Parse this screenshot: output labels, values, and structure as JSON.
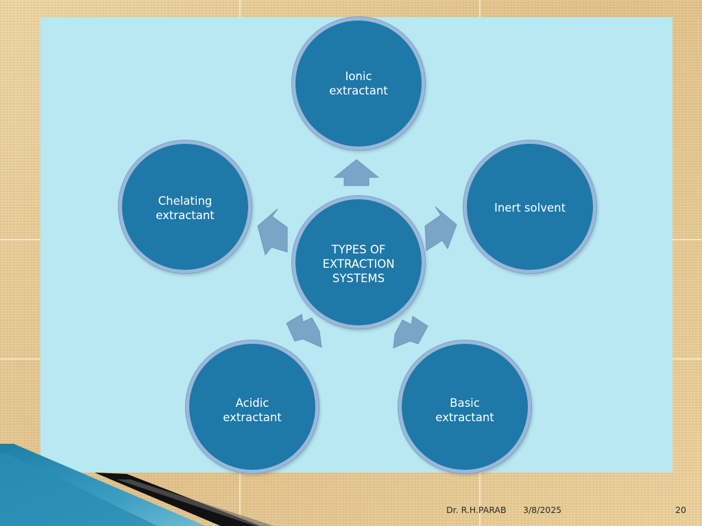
{
  "diagram": {
    "center": "TYPES OF\nEXTRACTION\nSYSTEMS",
    "nodes": {
      "ionic": "Ionic\nextractant",
      "inert": "Inert  solvent",
      "basic": "Basic\nextractant",
      "acidic": "Acidic\nextractant",
      "chelating": "Chelating\nextractant"
    }
  },
  "footer": {
    "author": "Dr. R.H.PARAB",
    "date": "3/8/2025",
    "page": "20"
  },
  "colors": {
    "panel": "#b8e8f1",
    "node_fill": "#1e78a8",
    "node_ring": "#9ab8da",
    "arrow": "#7ba5c6"
  }
}
